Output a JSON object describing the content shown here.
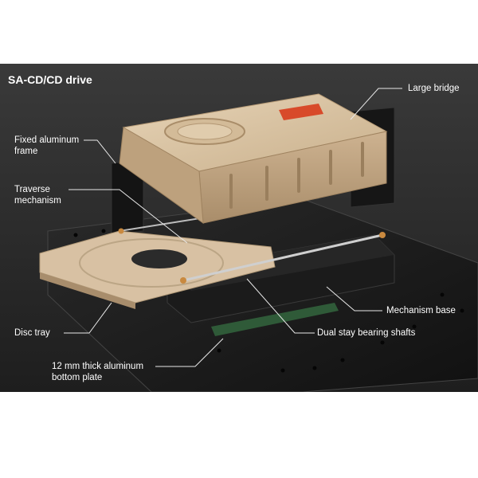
{
  "title": "SA-CD/CD drive",
  "labels": {
    "large_bridge": "Large bridge",
    "fixed_frame_line1": "Fixed aluminum",
    "fixed_frame_line2": "frame",
    "traverse_line1": "Traverse",
    "traverse_line2": "mechanism",
    "mechanism_base": "Mechanism base",
    "disc_tray": "Disc tray",
    "dual_shafts": "Dual stay bearing shafts",
    "bottom_plate_line1": "12 mm thick aluminum",
    "bottom_plate_line2": "bottom plate"
  },
  "colors": {
    "background": "#2b2b2b",
    "bridge_tan": "#d9c3a3",
    "tray_tan": "#d8c1a3",
    "frame_black": "#151515",
    "badge_red": "#d84a2a",
    "label_text": "#ffffff",
    "leader_line": "#e8e8e8"
  }
}
